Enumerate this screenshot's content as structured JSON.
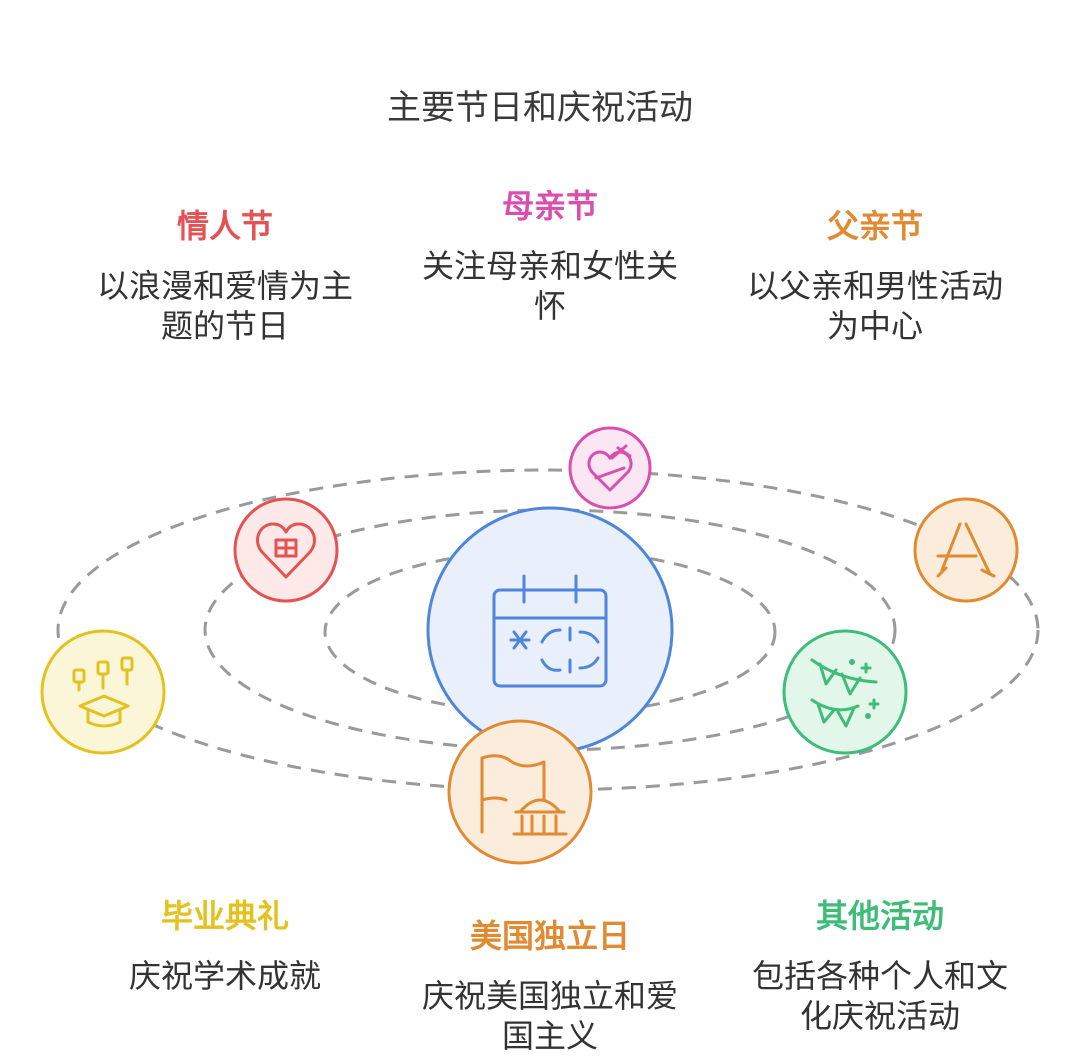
{
  "title": "主要节日和庆祝活动",
  "items": [
    {
      "key": "valentine",
      "heading": "情人节",
      "desc_lines": [
        "以浪漫和爱情为主",
        "题的节日"
      ],
      "color": "#e45353",
      "icon": "heart-gift-icon"
    },
    {
      "key": "mothers",
      "heading": "母亲节",
      "desc_lines": [
        "关注母亲和女性关",
        "怀"
      ],
      "color": "#d94fae",
      "icon": "heart-gift-box-icon"
    },
    {
      "key": "fathers",
      "heading": "父亲节",
      "desc_lines": [
        "以父亲和男性活动",
        "为中心"
      ],
      "color": "#e08a32",
      "icon": "app-store-icon"
    },
    {
      "key": "graduation",
      "heading": "毕业典礼",
      "desc_lines": [
        "庆祝学术成就"
      ],
      "color": "#e3c21f",
      "icon": "graduation-cap-icon"
    },
    {
      "key": "independence",
      "heading": "美国独立日",
      "desc_lines": [
        "庆祝美国独立和爱",
        "国主义"
      ],
      "color": "#e08a32",
      "icon": "flag-monument-icon"
    },
    {
      "key": "other",
      "heading": "其他活动",
      "desc_lines": [
        "包括各种个人和文",
        "化庆祝活动"
      ],
      "color": "#3dbd78",
      "icon": "party-bunting-icon"
    }
  ],
  "center": {
    "icon": "calendar-celebration-icon",
    "color": "#4f86dc"
  }
}
